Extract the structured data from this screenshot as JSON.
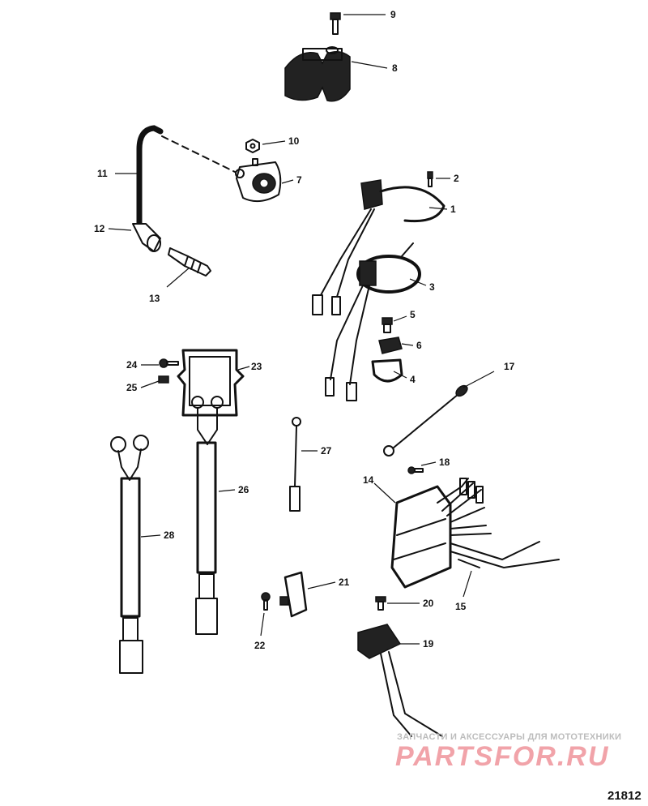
{
  "callouts": [
    "9",
    "8",
    "10",
    "11",
    "7",
    "2",
    "1",
    "12",
    "13",
    "3",
    "5",
    "6",
    "4",
    "24",
    "23",
    "25",
    "17",
    "27",
    "18",
    "26",
    "14",
    "28",
    "21",
    "15",
    "20",
    "22",
    "19"
  ],
  "watermark": {
    "tagline": "ЗАПЧАСТИ И АКСЕССУАРЫ ДЛЯ МОТОТЕХНИКИ",
    "brand": "PARTSFOR.RU"
  },
  "figure_number": "21812"
}
